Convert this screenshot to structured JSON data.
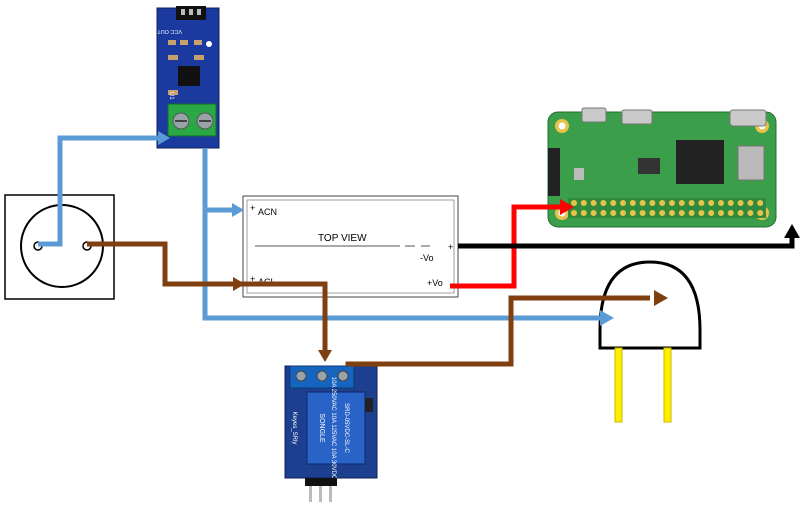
{
  "psu": {
    "title": "TOP VIEW",
    "pin_acn": "ACN",
    "pin_acl": "ACL",
    "pin_neg": "-Vo",
    "pin_pos": "+Vo"
  },
  "sensor": {
    "pin_labels": "VCC OUT GND",
    "chip_label": "U1"
  },
  "relay": {
    "brand": "SONGLE",
    "ratings": "10A 250VAC 10A 125VAC 10A 30VDC",
    "model": "SRD-05VDC-SL-C",
    "maker": "Keyes_SRly"
  },
  "colors": {
    "neutral_wire": "#5b9bd5",
    "live_wire": "#7f3f10",
    "positive_wire": "#ff0000",
    "negative_wire": "#000000",
    "board": "#3a9e4a",
    "sensor_board": "#1a3aa0",
    "relay_board": "#1c3f8f",
    "lamp_leads": "#ffee00"
  },
  "icons": {
    "socket": "wall-socket-icon",
    "lamp": "lamp-icon",
    "pi": "raspberry-pi-zero-icon"
  }
}
